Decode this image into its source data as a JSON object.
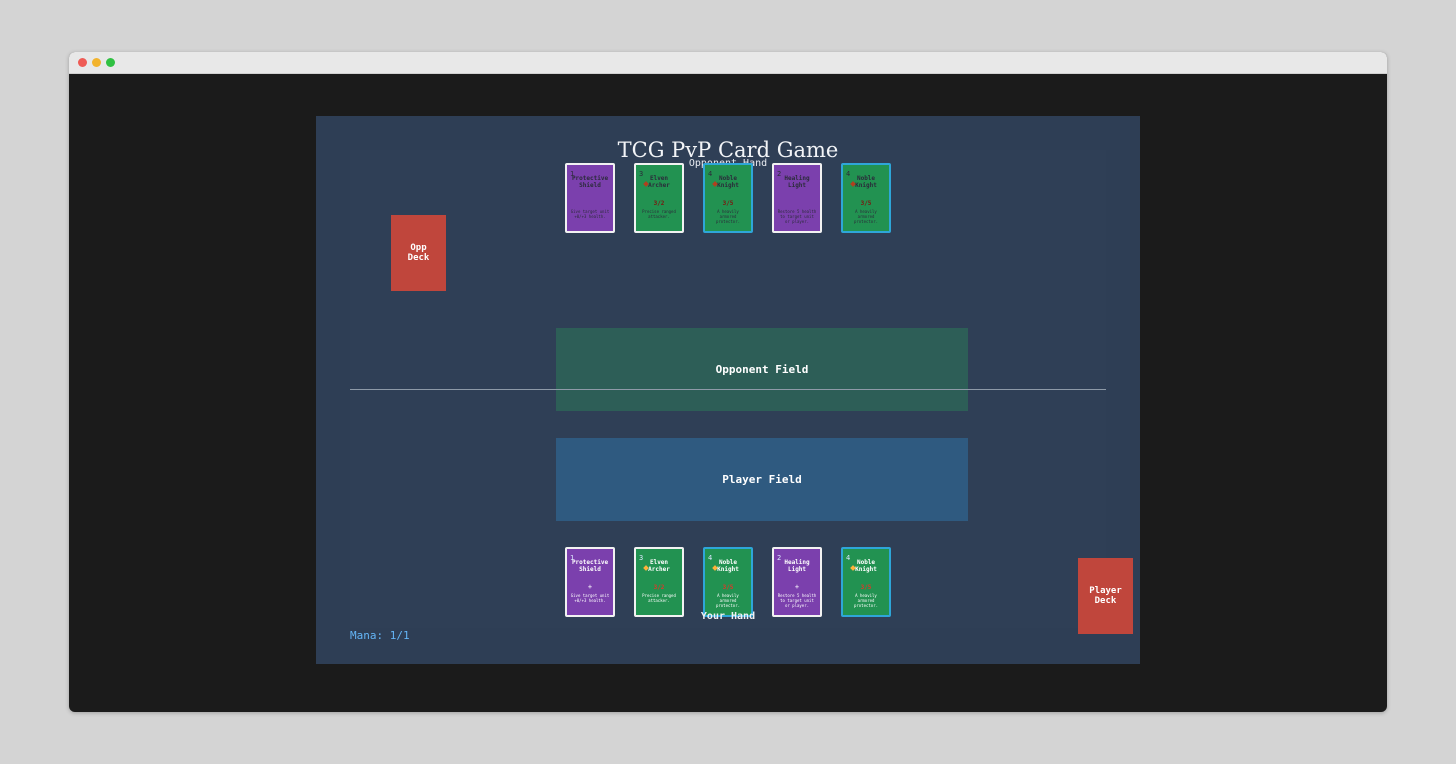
{
  "game": {
    "title": "TCG PvP Card Game",
    "opponent_hand_label": "Opponent Hand",
    "your_hand_label": "Your Hand",
    "opponent_deck_label": "Opp\nDeck",
    "player_deck_label": "Player\nDeck",
    "opponent_field_label": "Opponent Field",
    "player_field_label": "Player Field",
    "mana": "Mana: 1/1"
  },
  "opponent_hand": [
    {
      "cost": "1",
      "name": "Protective Shield",
      "kind": "spell",
      "effect": "",
      "text": "Give target unit +0/+3 health."
    },
    {
      "cost": "3",
      "name": "Elven Archer",
      "kind": "unit",
      "stats": "3/2",
      "text": "Precise ranged attacker."
    },
    {
      "cost": "4",
      "name": "Noble Knight",
      "kind": "unit",
      "stats": "3/5",
      "text": "A heavily armored protector."
    },
    {
      "cost": "2",
      "name": "Healing Light",
      "kind": "spell",
      "effect": "",
      "text": "Restore 5 health to target unit or player."
    },
    {
      "cost": "4",
      "name": "Noble Knight",
      "kind": "unit",
      "stats": "3/5",
      "text": "A heavily armored protector."
    }
  ],
  "player_hand": [
    {
      "cost": "1",
      "name": "Protective Shield",
      "kind": "spell",
      "effect": "+",
      "text": "Give target unit +0/+3 health."
    },
    {
      "cost": "3",
      "name": "Elven Archer",
      "kind": "unit",
      "stats": "3/2",
      "text": "Precise ranged attacker."
    },
    {
      "cost": "4",
      "name": "Noble Knight",
      "kind": "unit",
      "stats": "3/5",
      "text": "A heavily armored protector."
    },
    {
      "cost": "2",
      "name": "Healing Light",
      "kind": "spell",
      "effect": "+",
      "text": "Restore 5 health to target unit or player."
    },
    {
      "cost": "4",
      "name": "Noble Knight",
      "kind": "unit",
      "stats": "3/5",
      "text": "A heavily armored protector."
    }
  ]
}
